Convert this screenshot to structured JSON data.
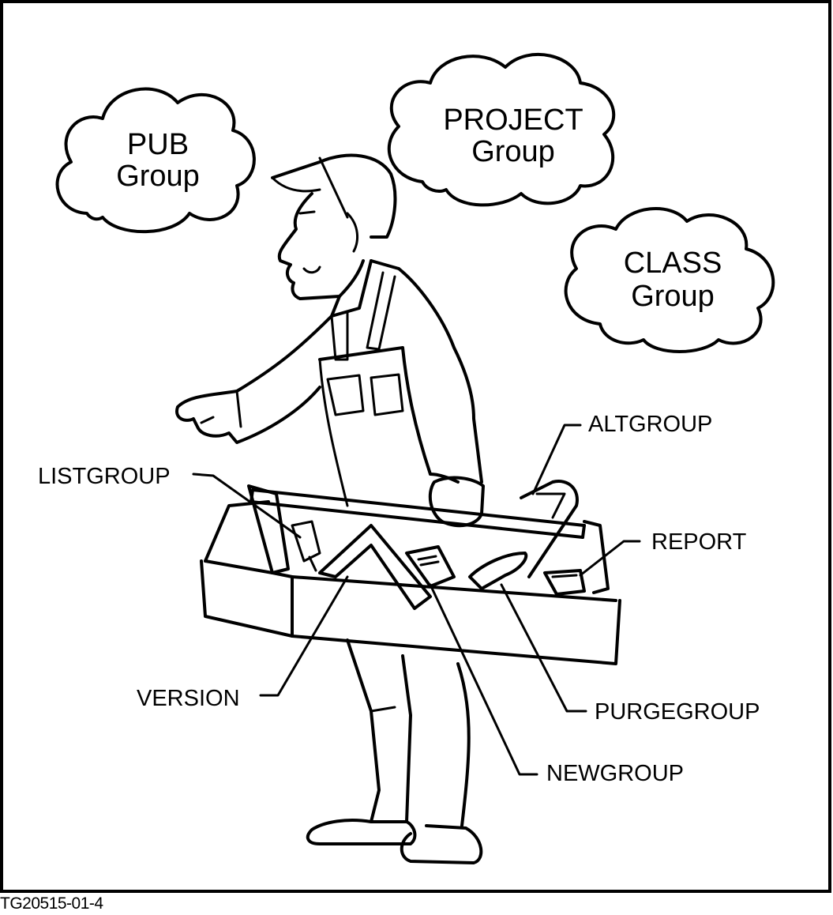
{
  "clouds": {
    "pub": {
      "line1": "PUB",
      "line2": "Group"
    },
    "project": {
      "line1": "PROJECT",
      "line2": "Group"
    },
    "class": {
      "line1": "CLASS",
      "line2": "Group"
    }
  },
  "tools": {
    "altgroup": "ALTGROUP",
    "listgroup": "LISTGROUP",
    "report": "REPORT",
    "version": "VERSION",
    "purgegroup": "PURGEGROUP",
    "newgroup": "NEWGROUP"
  },
  "figure_id": "TG20515-01-4"
}
